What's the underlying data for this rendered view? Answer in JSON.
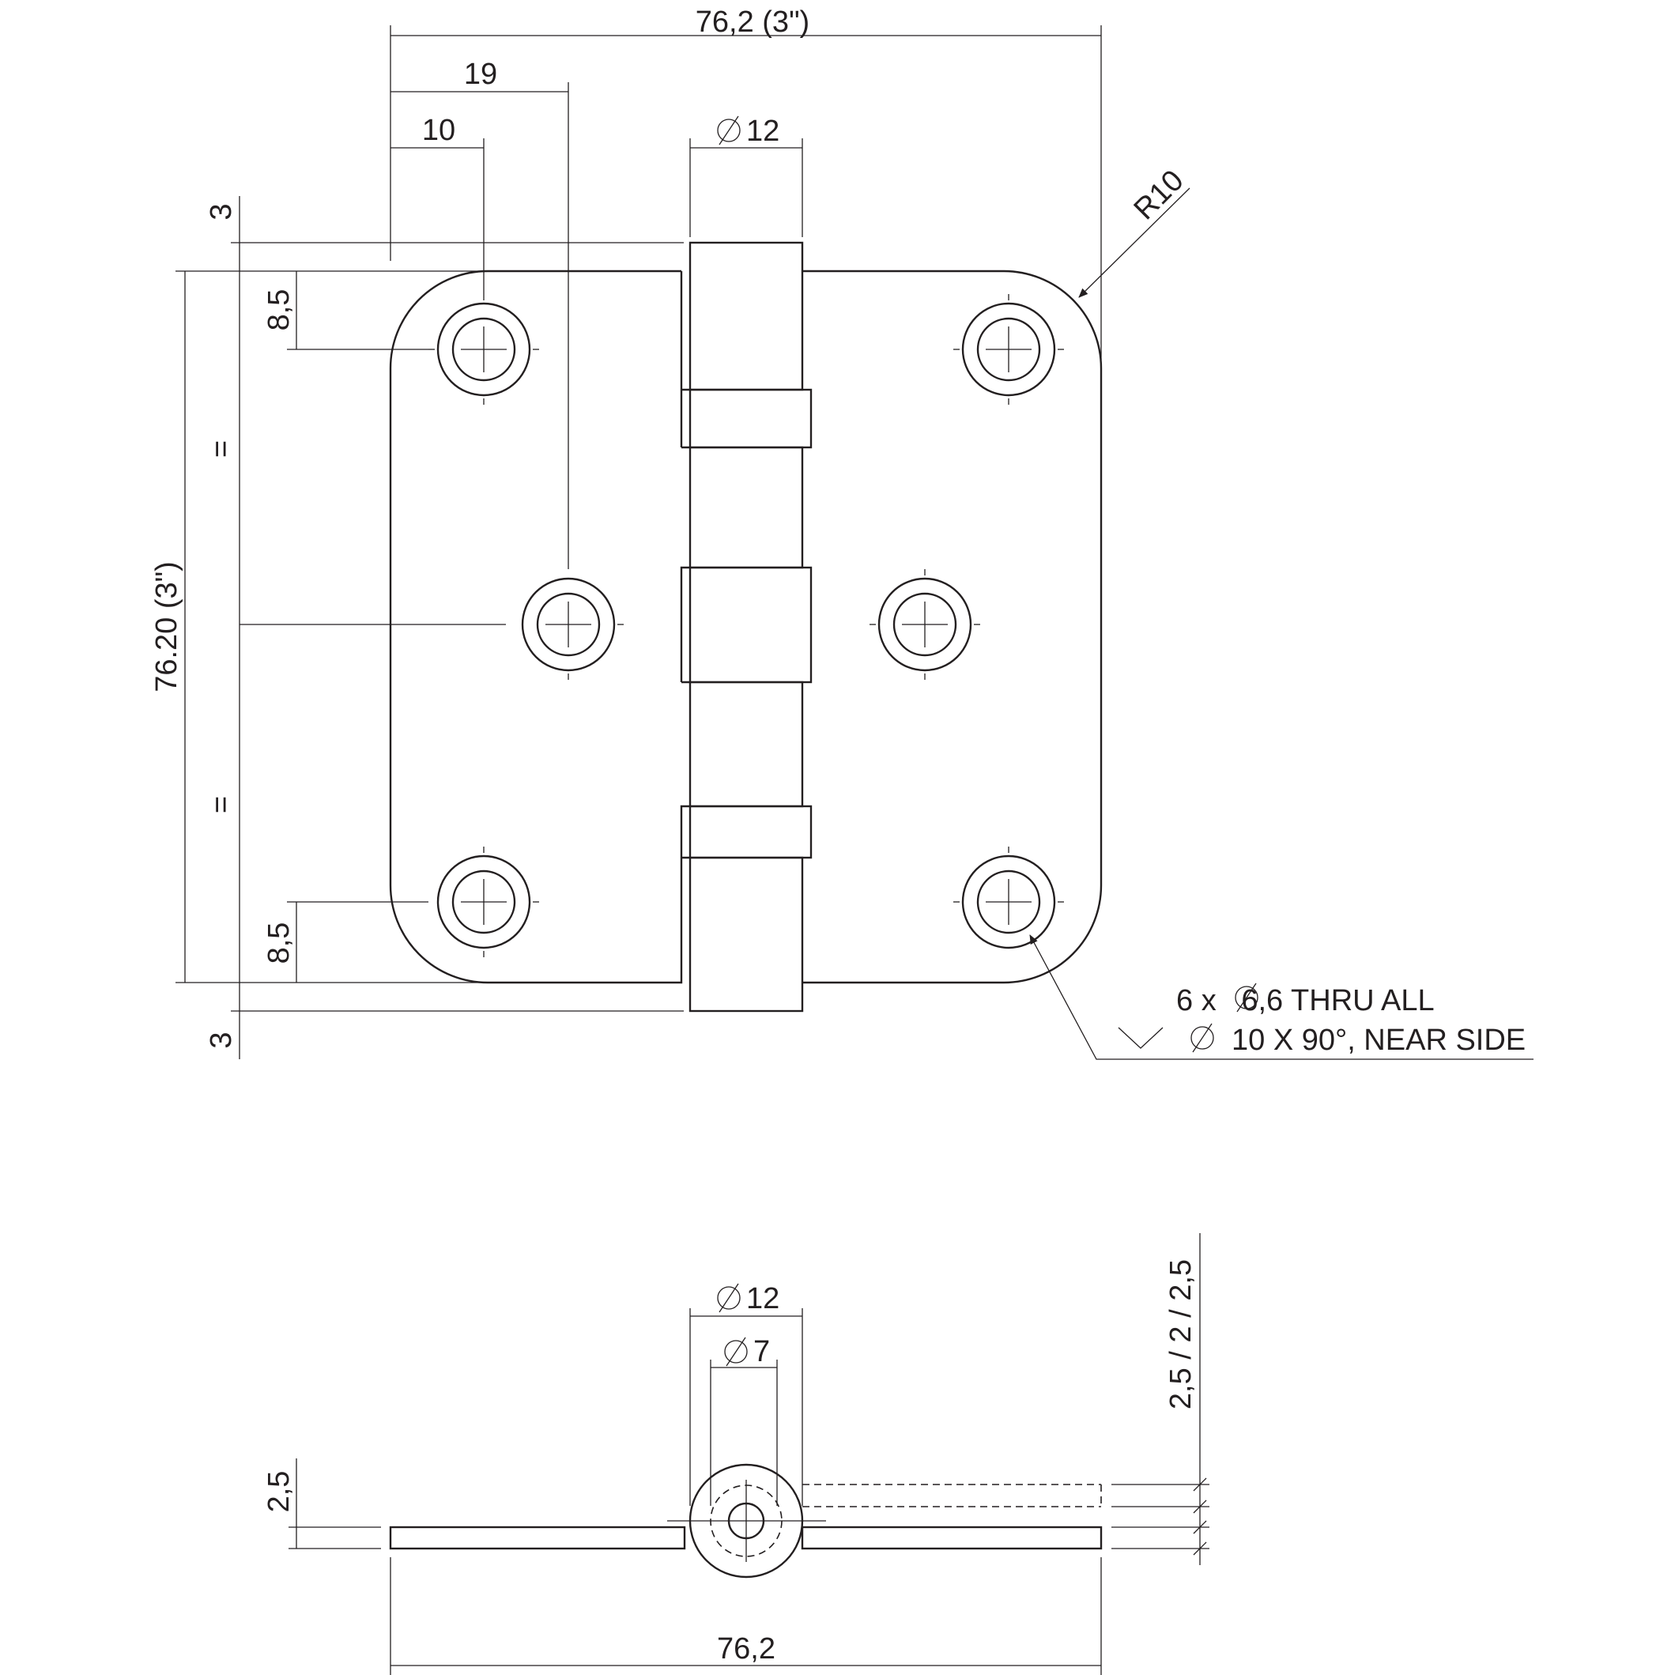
{
  "drawing": {
    "top_view": {
      "overall_width": "76,2 (3\")",
      "hole_offset_19": "19",
      "hole_offset_10": "10",
      "knuckle_dia": "12",
      "corner_radius": "R10",
      "knuckle_gap_top": "3",
      "knuckle_gap_bottom": "3",
      "edge_offset_top": "8,5",
      "edge_offset_bottom": "8,5",
      "equal_top": "=",
      "equal_bottom": "=",
      "overall_height": "76.20 (3\")",
      "hole_callout_line1": "6 x   6,6 THRU ALL",
      "hole_callout_line2": "10 X 90°, NEAR SIDE"
    },
    "side_view": {
      "knuckle_dia": "12",
      "pin_dia": "7",
      "thickness": "2,5",
      "thickness_stack": "2,5 / 2 / 2,5",
      "overall_width": "76,2"
    }
  }
}
